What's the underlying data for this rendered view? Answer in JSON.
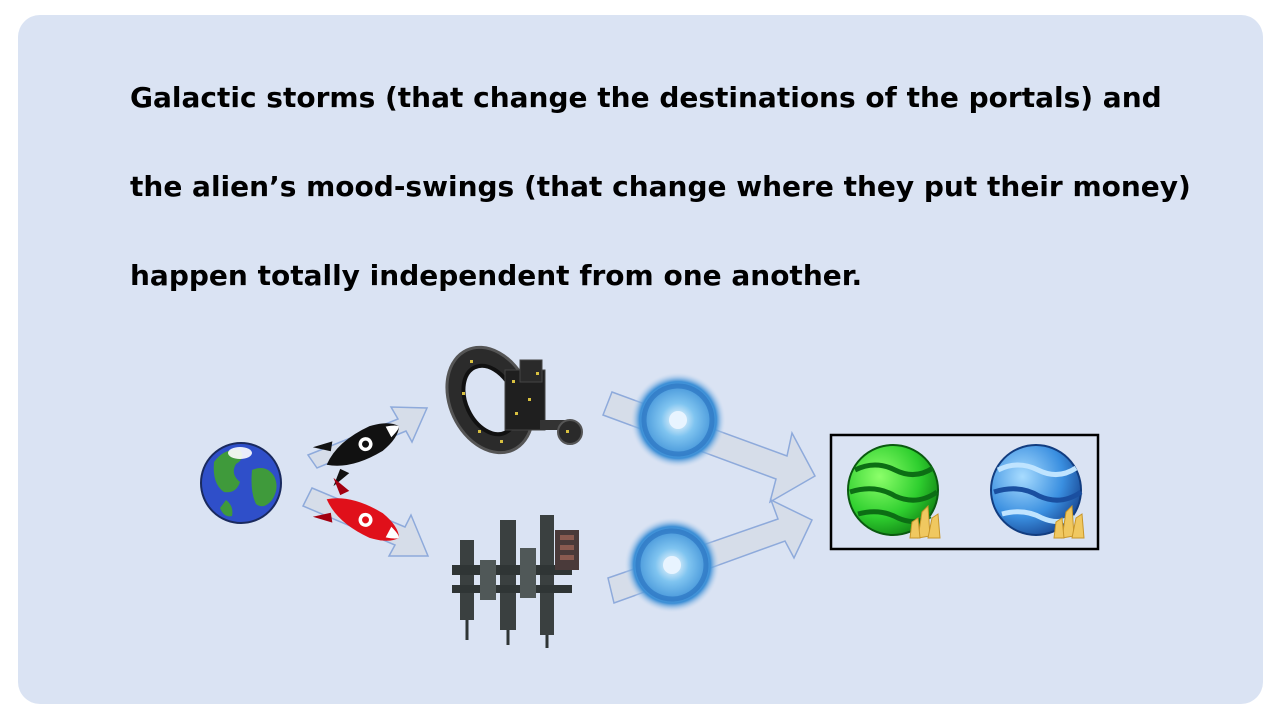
{
  "text": {
    "line1": "Galactic storms (that change the destinations of the portals) and",
    "line2": "the alien’s mood-swings (that change where they put their money)",
    "line3": "happen totally independent from one another."
  },
  "colors": {
    "slide_bg": "#dae3f3",
    "arrow_fill": "#d6dde9",
    "arrow_stroke": "#8eaadb",
    "earth_ocean": "#2f4fc9",
    "earth_land": "#3f9a3b",
    "rocket_black": "#111111",
    "rocket_red": "#e0101a",
    "portal": "#5aa8e0",
    "green_planet": "#2fcf2f",
    "blue_planet": "#3a8fe0",
    "crystal": "#f0c860"
  },
  "icons": {
    "home_planet": "earth-icon",
    "rocket_1": "black-rocket-icon",
    "rocket_2": "red-rocket-icon",
    "station_1": "ring-space-station-icon",
    "station_2": "tower-space-station-icon",
    "portal_1": "swirl-portal-icon",
    "portal_2": "swirl-portal-icon",
    "destination_1": "green-planet-icon",
    "destination_2": "blue-planet-icon"
  }
}
